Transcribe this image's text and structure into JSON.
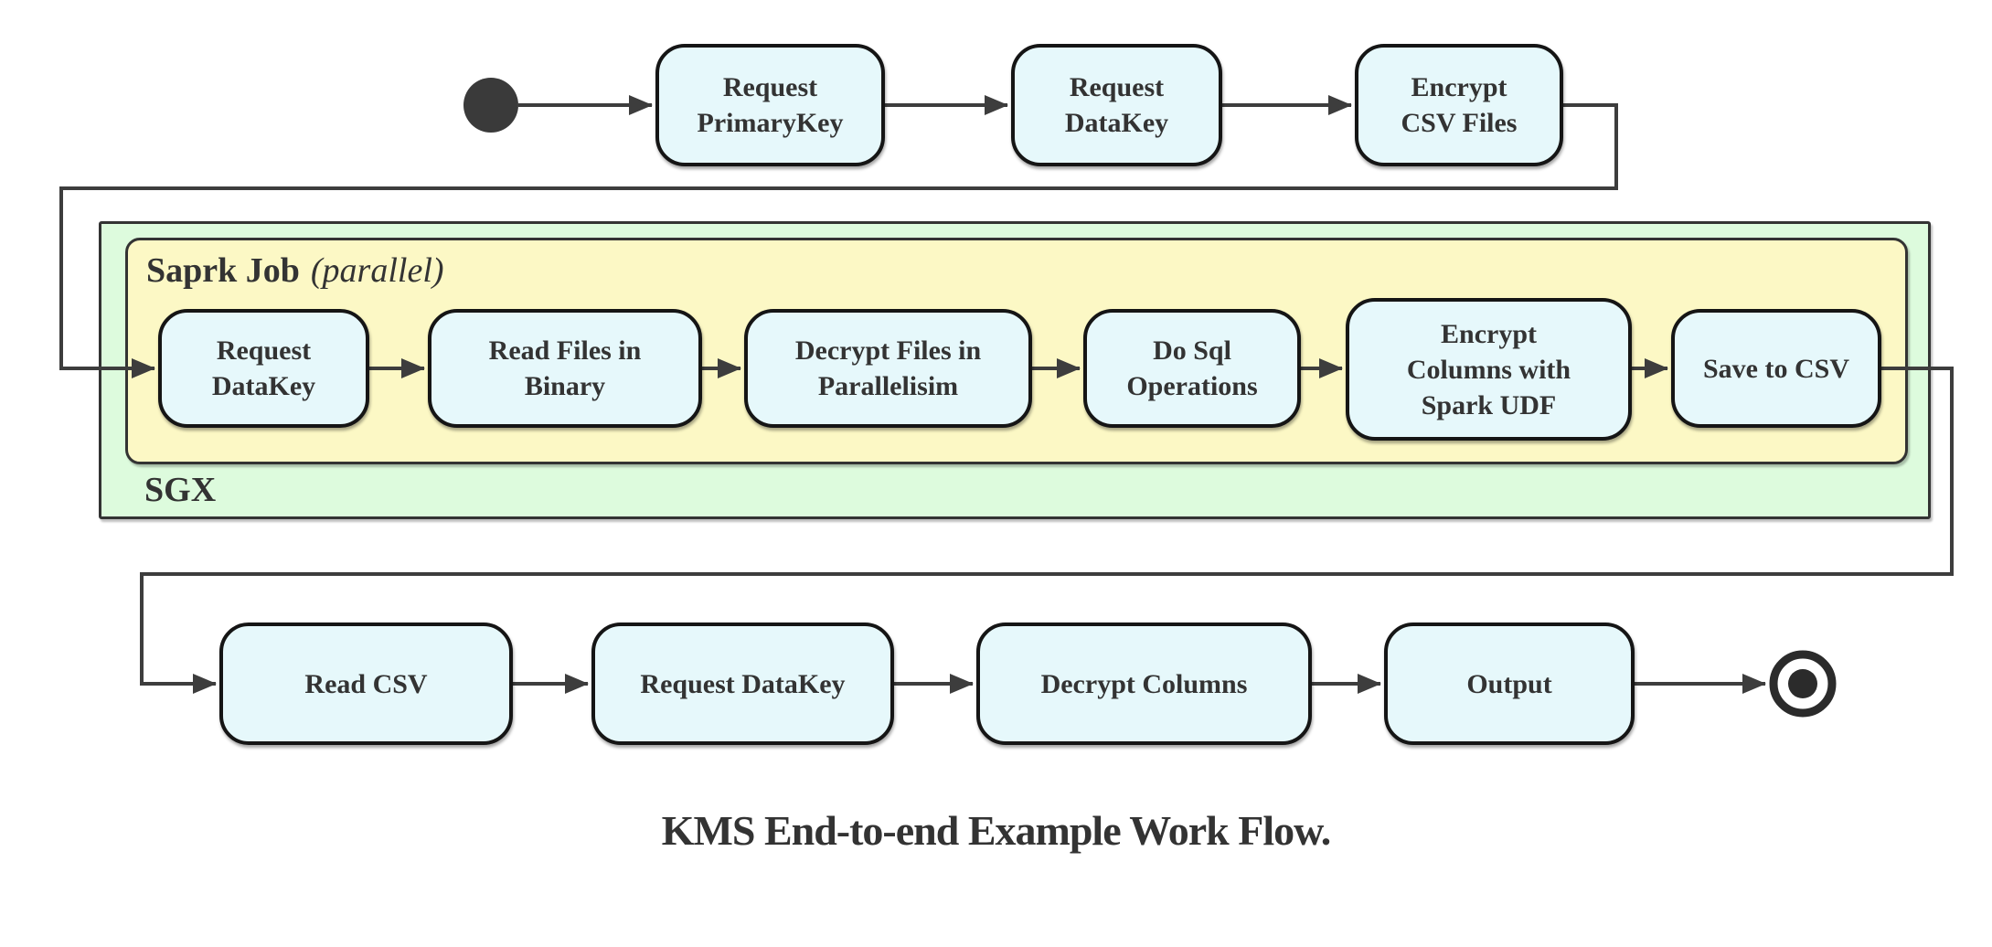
{
  "diagram": {
    "title": "KMS End-to-end Example Work Flow.",
    "containers": {
      "spark": {
        "label": "Saprk Job",
        "qualifier": "(parallel)"
      },
      "sgx": {
        "label": "SGX"
      }
    },
    "nodes": {
      "top": [
        {
          "label": "Request PrimaryKey"
        },
        {
          "label": "Request DataKey"
        },
        {
          "label": "Encrypt CSV Files"
        }
      ],
      "middle": [
        {
          "label": "Request DataKey"
        },
        {
          "label": "Read Files in Binary"
        },
        {
          "label": "Decrypt Files in Parallelisim"
        },
        {
          "label": "Do Sql Operations"
        },
        {
          "label": "Encrypt Columns with Spark UDF"
        },
        {
          "label": "Save to CSV"
        }
      ],
      "bottom": [
        {
          "label": "Read CSV"
        },
        {
          "label": "Request DataKey"
        },
        {
          "label": "Decrypt Columns"
        },
        {
          "label": "Output"
        }
      ]
    },
    "colors": {
      "node_fill": "#e6f8fb",
      "node_border": "#151515",
      "spark_fill": "#fcf8c5",
      "sgx_fill": "#ddfbdd",
      "container_border": "#333333",
      "line": "#3d3d3d",
      "text": "#333333"
    }
  }
}
